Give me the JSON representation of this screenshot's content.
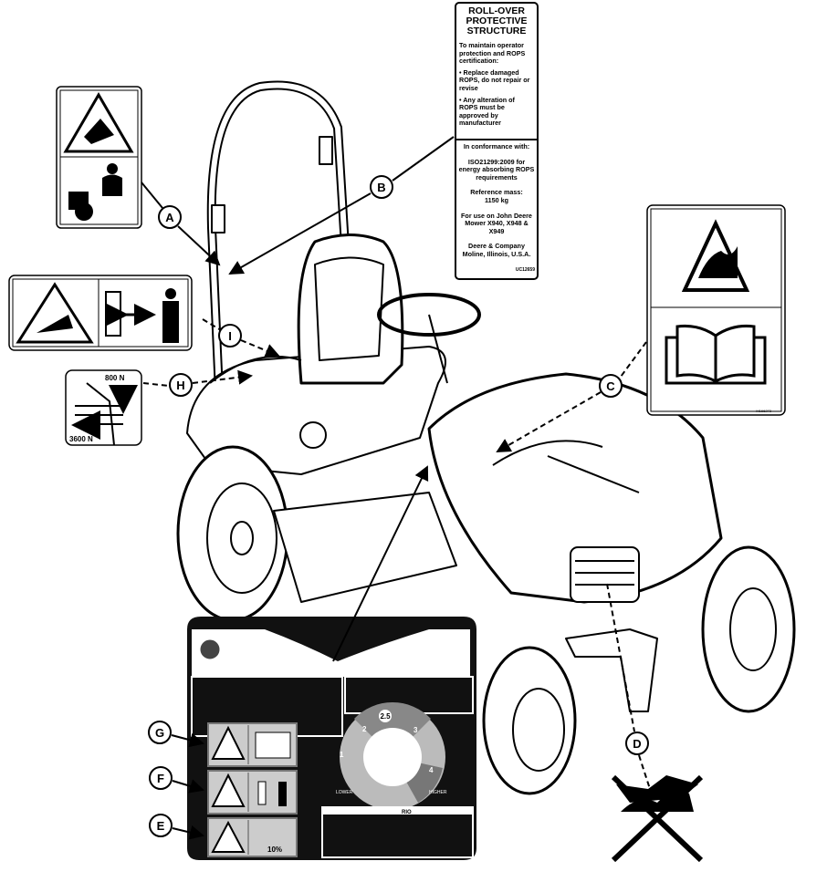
{
  "callouts": {
    "a": "A",
    "b": "B",
    "c": "C",
    "d": "D",
    "e": "E",
    "f": "F",
    "g": "G",
    "h": "H",
    "i": "I"
  },
  "rops_label": {
    "title_lines": [
      "ROLL-OVER",
      "PROTECTIVE",
      "STRUCTURE"
    ],
    "intro": "To maintain operator protection and ROPS certification:",
    "bullet1": "• Replace damaged ROPS, do not repair or revise",
    "bullet2": "• Any alteration of ROPS must be approved by manufacturer",
    "conformance": "In conformance with:",
    "standard": "ISO21299:2009 for energy absorbing ROPS requirements",
    "mass_label": "Reference mass:",
    "mass_value": "1150 kg",
    "use_on": "For use on John Deere Mower X940, X948 & X949",
    "company": "Deere & Company Moline, Illinois, U.S.A.",
    "code": "UC12659"
  },
  "label_h": {
    "force_down": "800 N",
    "force_side": "3600 N"
  },
  "label_c": {
    "code": "M166273"
  },
  "control_panel": {
    "dial_value": "2.5",
    "dial_ticks": [
      "1",
      "2",
      "3",
      "4"
    ],
    "lower": "LOWER",
    "higher": "HIGHER",
    "rio": "RIO",
    "slope": "10%"
  },
  "icons": [
    "crush-hazard-icon",
    "seatbelt-icon",
    "rollover-icon",
    "entanglement-hazard-icon",
    "keep-distance-icon",
    "fire-hazard-icon",
    "read-manual-icon",
    "warning-icon",
    "no-burning-icon"
  ]
}
